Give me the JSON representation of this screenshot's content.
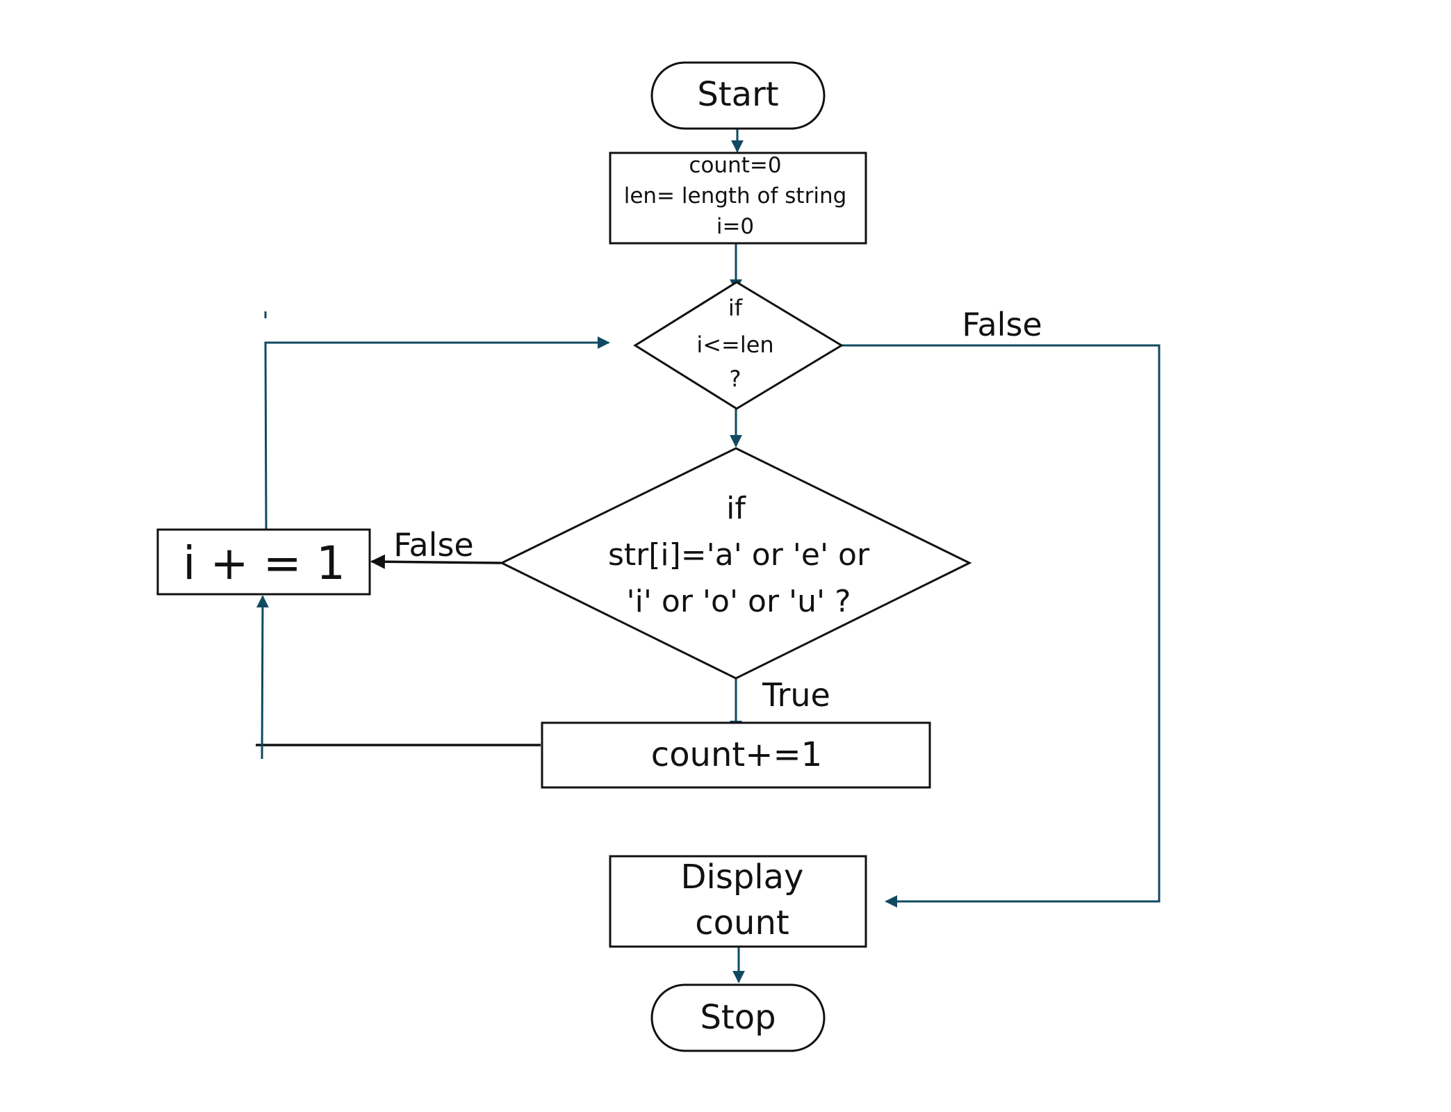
{
  "flowchart": {
    "start_label": "Start",
    "init": {
      "line1": "count=0",
      "line2": "len= length of string",
      "line3": "i=0"
    },
    "loop_condition": {
      "line1": "if",
      "line2": "i<=len",
      "line3": "?"
    },
    "vowel_condition": {
      "line1": "if",
      "line2": "str[i]='a' or 'e' or",
      "line3": "'i' or 'o' or 'u' ?"
    },
    "increment_i_label": "i + = 1",
    "increment_count_label": "count+=1",
    "display": {
      "line1": "Display",
      "line2": "count"
    },
    "stop_label": "Stop",
    "edge_labels": {
      "loop_false": "False",
      "vowel_false": "False",
      "vowel_true": "True"
    }
  },
  "colors": {
    "connector": "#0f4a60",
    "outline": "#111111",
    "background": "#ffffff"
  }
}
